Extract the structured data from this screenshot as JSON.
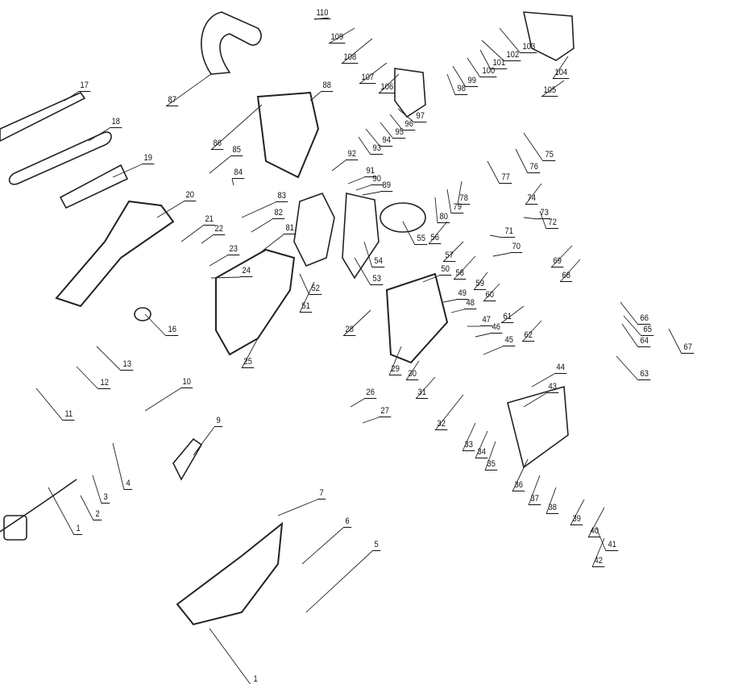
{
  "title": "Exploded parts diagram (electric chainsaw)",
  "part_labels": [
    "110",
    "109",
    "108",
    "107",
    "106",
    "88",
    "87",
    "17",
    "18",
    "19",
    "86",
    "85",
    "84",
    "93",
    "94",
    "95",
    "96",
    "97",
    "92",
    "91",
    "90",
    "89",
    "83",
    "82",
    "81",
    "20",
    "21",
    "22",
    "23",
    "24",
    "51",
    "52",
    "53",
    "54",
    "55",
    "56",
    "57",
    "58",
    "59",
    "60",
    "61",
    "62",
    "70",
    "71",
    "72",
    "73",
    "74",
    "77",
    "76",
    "75",
    "78",
    "79",
    "80",
    "69",
    "68",
    "66",
    "65",
    "64",
    "63",
    "67",
    "50",
    "49",
    "48",
    "47",
    "46",
    "45",
    "28",
    "29",
    "30",
    "31",
    "44",
    "43",
    "32",
    "33",
    "34",
    "35",
    "36",
    "37",
    "38",
    "39",
    "40",
    "41",
    "42",
    "26",
    "27",
    "25",
    "16",
    "13",
    "12",
    "11",
    "10",
    "9",
    "4",
    "3",
    "2",
    "1",
    "7",
    "6",
    "5",
    "1",
    "98",
    "99",
    "100",
    "101",
    "102",
    "103",
    "104",
    "105"
  ]
}
